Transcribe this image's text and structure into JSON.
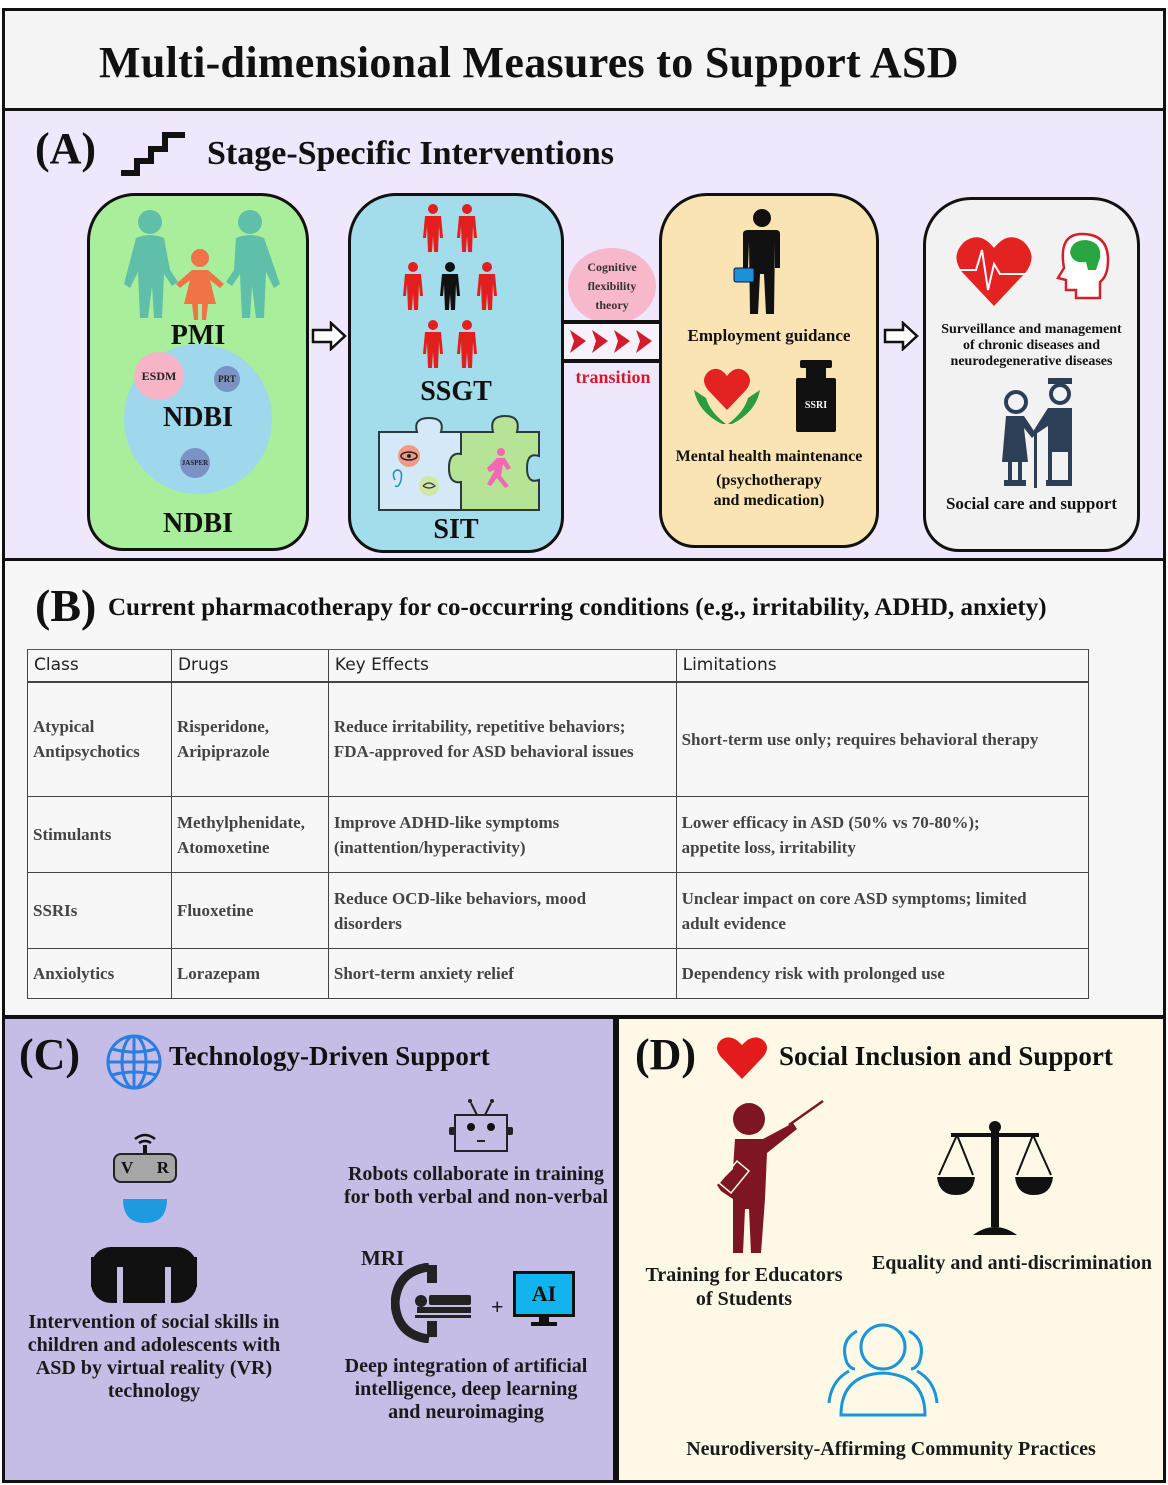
{
  "title": "Multi-dimensional Measures to Support ASD",
  "section_a": {
    "letter": "(A)",
    "title": "Stage-Specific Interventions",
    "icon": "stairs-icon",
    "stage1": {
      "top_label": "PMI",
      "circle_label": "NDBI",
      "bubbles": [
        "ESDM",
        "PRT",
        "JASPER"
      ],
      "bottom_label": "NDBI",
      "color": "#a9ee9b"
    },
    "stage2": {
      "top_label": "SSGT",
      "bottom_label": "SIT",
      "color": "#a3dcea"
    },
    "bridge": {
      "theory_lines": [
        "Cognitive",
        "flexibility",
        "theory"
      ],
      "chevrons": ">>>>",
      "label": "transition",
      "label_color": "#d21c2c"
    },
    "stage3": {
      "employment": "Employment guidance",
      "ssri_label": "SSRI",
      "mental_health": "Mental health maintenance",
      "mental_health_sub": [
        "(psychotherapy",
        "and medication)"
      ],
      "color": "#fbe4b4"
    },
    "stage4": {
      "surveillance": [
        "Surveillance and management",
        "of chronic diseases and",
        "neurodegenerative diseases"
      ],
      "social_care": "Social care and support",
      "color": "#f2f2f2"
    }
  },
  "section_b": {
    "letter": "(B)",
    "title": "Current pharmacotherapy for co-occurring conditions (e.g., irritability, ADHD, anxiety)",
    "columns": [
      "Class",
      "Drugs",
      "Key Effects",
      "Limitations"
    ],
    "rows": [
      {
        "class": [
          "Atypical",
          "Antipsychotics"
        ],
        "drugs": [
          "Risperidone,",
          "Aripiprazole"
        ],
        "effects": [
          "Reduce irritability, repetitive behaviors;",
          "FDA-approved for ASD behavioral issues"
        ],
        "limitations": [
          "Short-term use only; requires behavioral therapy"
        ]
      },
      {
        "class": [
          "Stimulants"
        ],
        "drugs": [
          "Methylphenidate,",
          "Atomoxetine"
        ],
        "effects": [
          "Improve ADHD-like symptoms",
          "(inattention/hyperactivity)"
        ],
        "limitations": [
          "Lower efficacy in ASD (50% vs 70-80%);",
          "appetite loss, irritability"
        ]
      },
      {
        "class": [
          "SSRIs"
        ],
        "drugs": [
          "Fluoxetine"
        ],
        "effects": [
          "Reduce OCD-like behaviors, mood",
          "disorders"
        ],
        "limitations": [
          "Unclear impact on core ASD symptoms; limited",
          "adult evidence"
        ]
      },
      {
        "class": [
          "Anxiolytics"
        ],
        "drugs": [
          "Lorazepam"
        ],
        "effects": [
          "Short-term anxiety relief"
        ],
        "limitations": [
          "Dependency risk with prolonged use"
        ]
      }
    ]
  },
  "section_c": {
    "letter": "(C)",
    "title": "Technology-Driven Support",
    "icon": "globe-icon",
    "vr_headset_letters": [
      "V",
      "R"
    ],
    "vr_text": [
      "Intervention of social skills in",
      "children and adolescents with",
      "ASD by virtual reality (VR)",
      "technology"
    ],
    "robot_text": [
      "Robots collaborate in training",
      "for both verbal and non-verbal"
    ],
    "mri_label": "MRI",
    "plus": "+",
    "ai_label": "AI",
    "ai_text": [
      "Deep integration of artificial",
      "intelligence, deep learning",
      "and neuroimaging"
    ],
    "color": "#c6bde6"
  },
  "section_d": {
    "letter": "(D)",
    "title": "Social Inclusion and Support",
    "icon": "heart-icon",
    "educators_text": [
      "Training for Educators",
      "of Students"
    ],
    "equality_text": "Equality and anti-discrimination",
    "community_text": "Neurodiversity-Affirming Community Practices",
    "color": "#fdf9e6"
  }
}
